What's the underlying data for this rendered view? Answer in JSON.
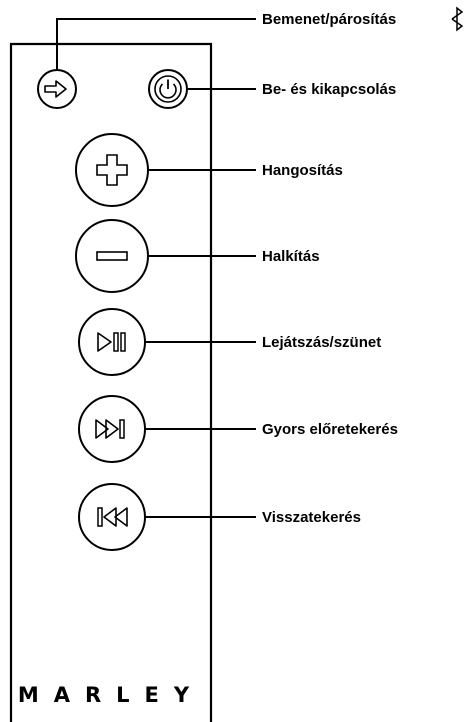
{
  "remote": {
    "brand": "MARLEY",
    "buttons": [
      {
        "id": "input",
        "icon": "input-arrow-icon"
      },
      {
        "id": "power",
        "icon": "power-icon"
      },
      {
        "id": "volume-up",
        "icon": "plus-icon"
      },
      {
        "id": "volume-down",
        "icon": "minus-icon"
      },
      {
        "id": "play-pause",
        "icon": "play-pause-icon"
      },
      {
        "id": "fast-forward",
        "icon": "fast-forward-icon"
      },
      {
        "id": "rewind",
        "icon": "rewind-icon"
      }
    ]
  },
  "labels": {
    "input": "Bemenet/párosítás",
    "input_symbol": "bluetooth-icon",
    "power": "Be- és kikapcsolás",
    "volume_up": "Hangosítás",
    "volume_down": "Halkítás",
    "play_pause": "Lejátszás/szünet",
    "fast_forward": "Gyors előretekerés",
    "rewind": "Visszatekerés"
  }
}
